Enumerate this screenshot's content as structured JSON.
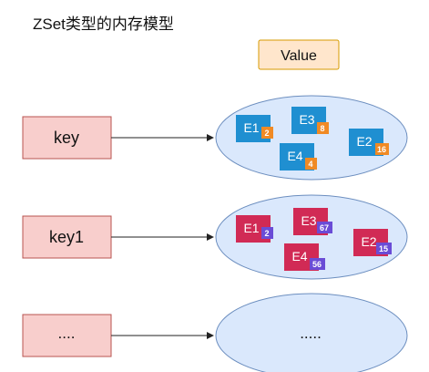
{
  "title": "ZSet类型的内存模型",
  "value_label": "Value",
  "colors": {
    "key_fill": "#f8cecc",
    "key_stroke": "#b85450",
    "value_fill": "#ffe6cc",
    "value_stroke": "#d79b00",
    "ellipse_fill": "#dae8fc",
    "ellipse_stroke": "#6c8ebf",
    "blue_element": "#1f8fd1",
    "orange_badge": "#f08a24",
    "red_element": "#d12a55",
    "purple_badge": "#6a4cd6"
  },
  "rows": [
    {
      "key": "key",
      "elements": [
        {
          "label": "E1",
          "score": "2"
        },
        {
          "label": "E3",
          "score": "8"
        },
        {
          "label": "E4",
          "score": "4"
        },
        {
          "label": "E2",
          "score": "16"
        }
      ]
    },
    {
      "key": "key1",
      "elements": [
        {
          "label": "E1",
          "score": "2"
        },
        {
          "label": "E3",
          "score": "67"
        },
        {
          "label": "E4",
          "score": "56"
        },
        {
          "label": "E2",
          "score": "15"
        }
      ]
    },
    {
      "key": "....",
      "ellipse_text": "....."
    }
  ]
}
